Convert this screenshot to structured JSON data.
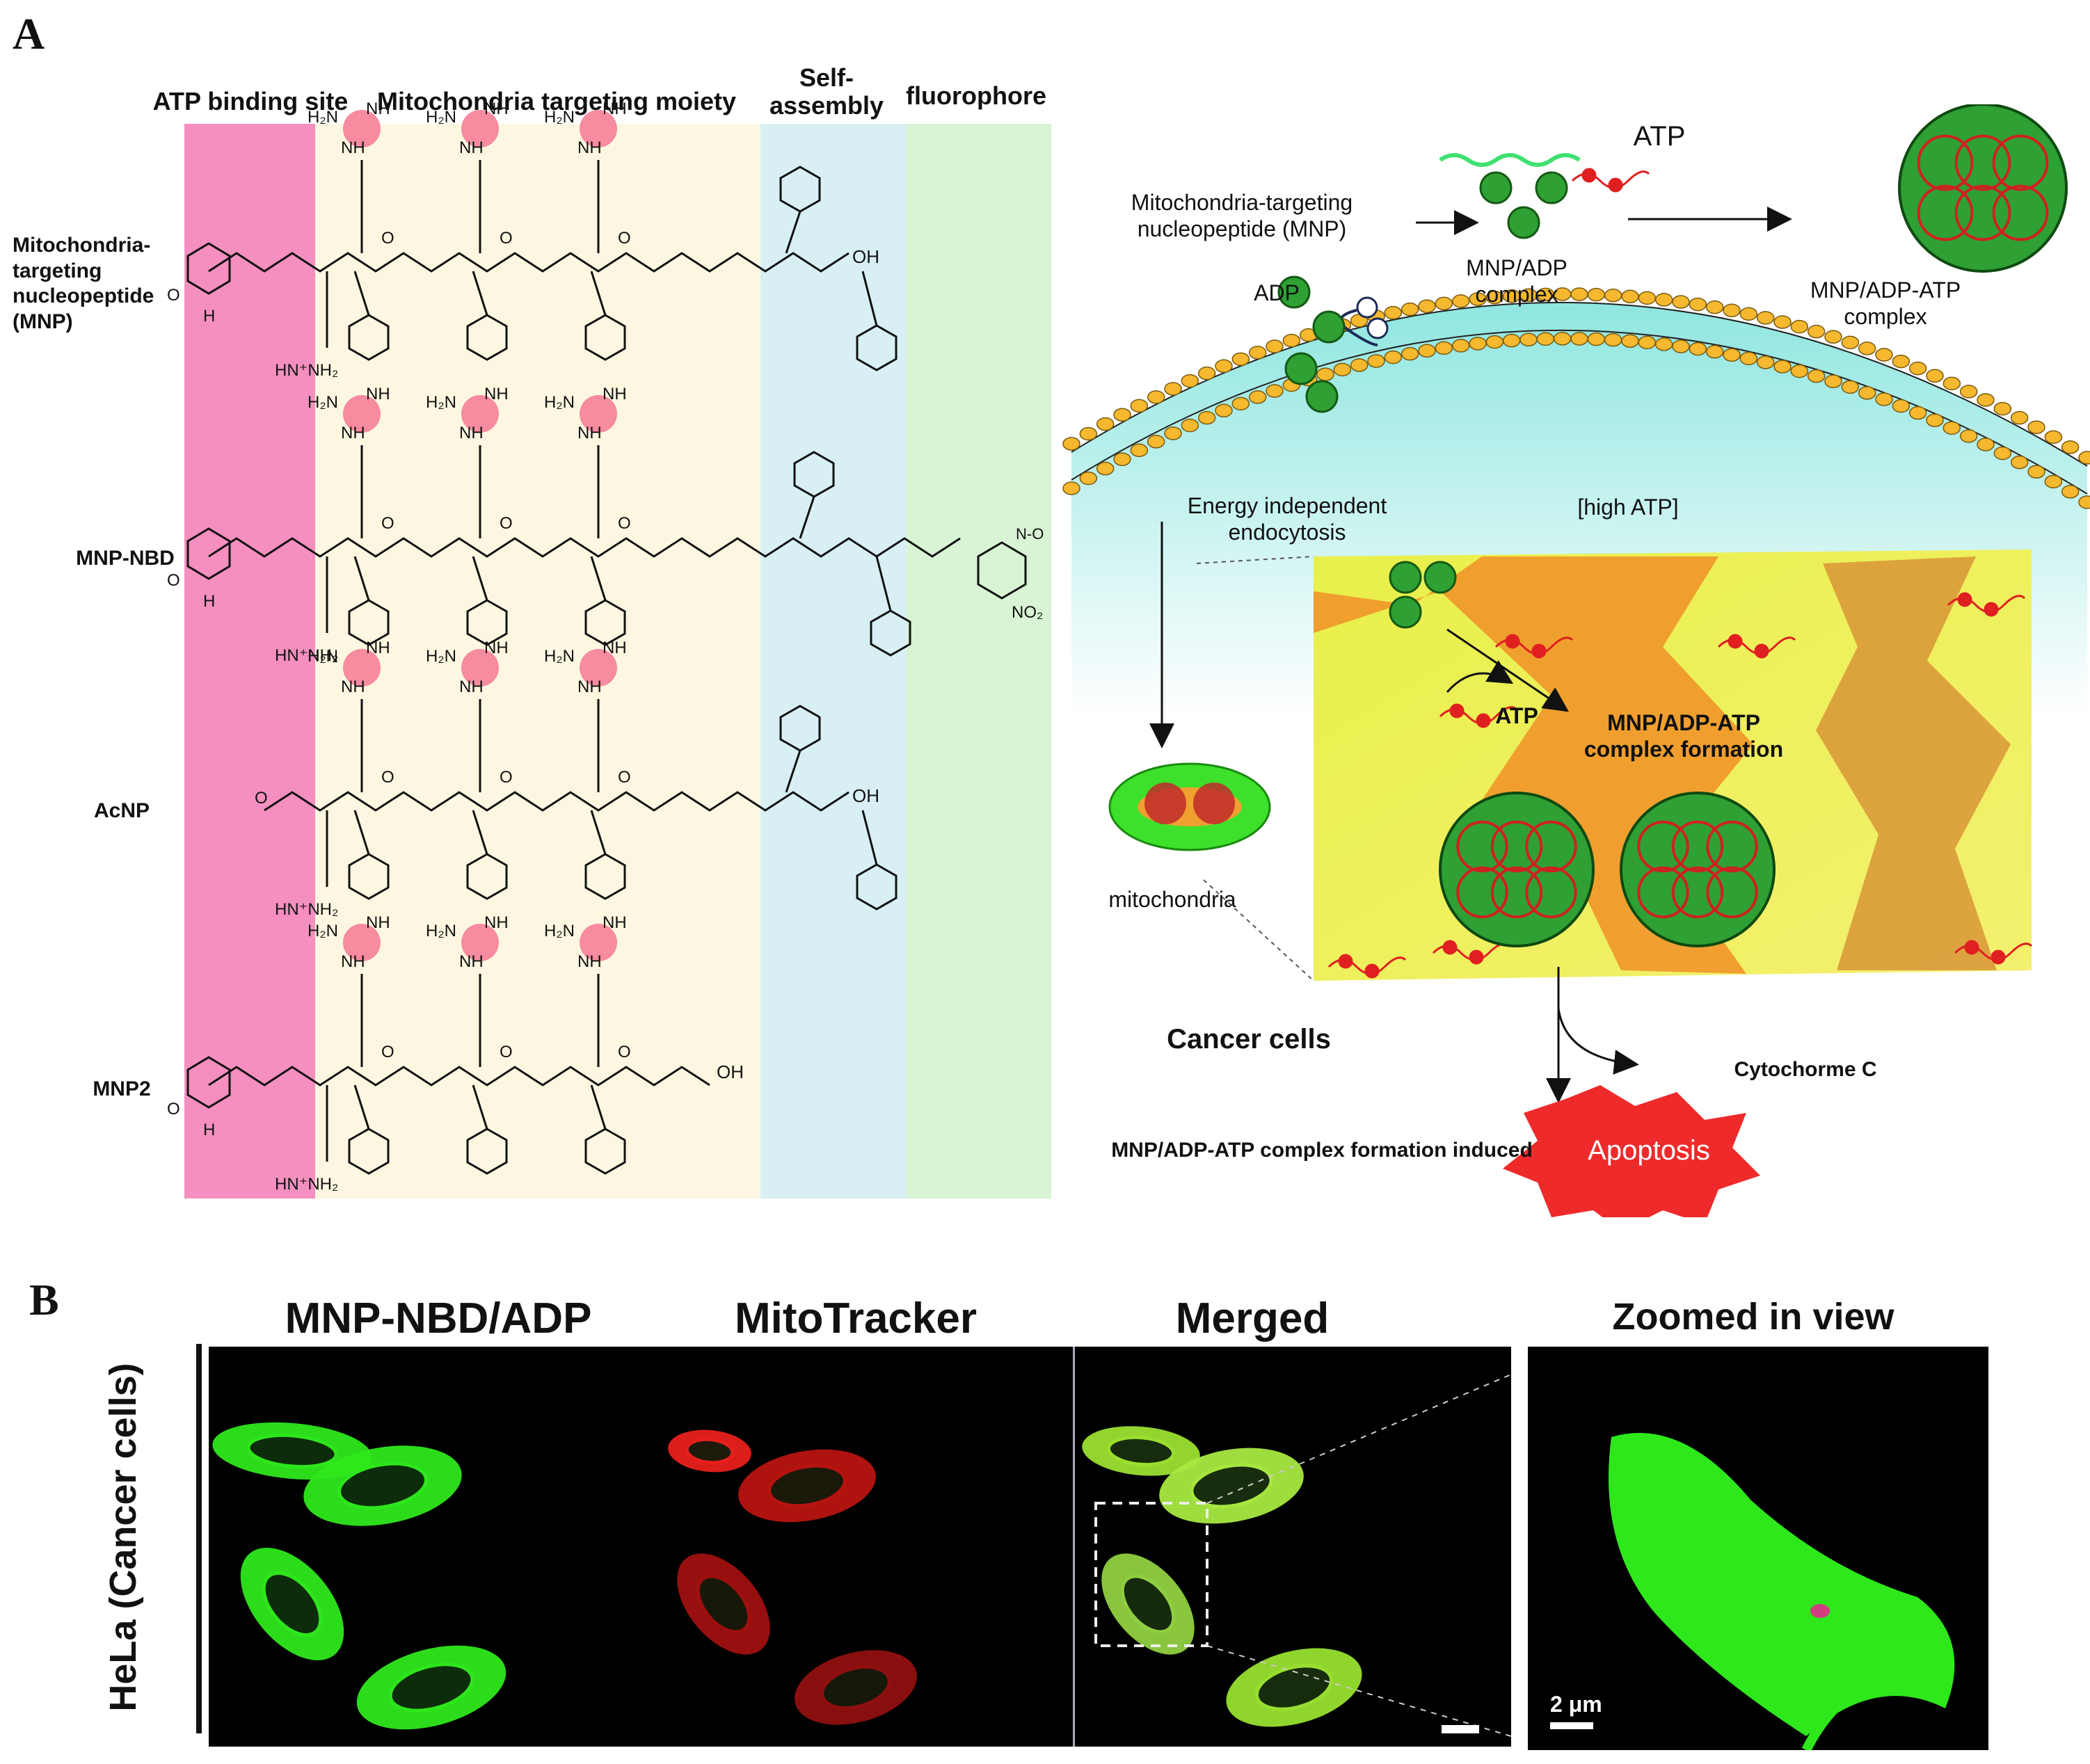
{
  "panels": {
    "a": "A",
    "b": "B"
  },
  "bands": {
    "atp": "ATP binding site",
    "mito": "Mitochondria targeting moiety",
    "self_assembly": "Self-assembly",
    "fluorophore": "fluorophore"
  },
  "rows": [
    {
      "label": "Mitochondria-targeting nucleopeptide (MNP)"
    },
    {
      "label": "MNP-NBD"
    },
    {
      "label": "AcNP"
    },
    {
      "label": "MNP2"
    }
  ],
  "chem": {
    "guanidine_nh2": "H₂N",
    "nh": "NH",
    "nh_short": "N",
    "h": "H",
    "o": "O",
    "oh": "OH",
    "guanidine_bottom": "HN⁺NH₂",
    "no2": "NO₂",
    "nbd_ring": "N-O"
  },
  "schematic": {
    "mnp_label": "Mitochondria-targeting nucleopeptide (MNP)",
    "adp": "ADP",
    "atp": "ATP",
    "mnp_adp_complex": "MNP/ADP complex",
    "mnp_adp_atp_complex": "MNP/ADP-ATP complex",
    "endocytosis": "Energy independent endocytosis",
    "high_atp": "[high ATP]",
    "mitochondria": "mitochondria",
    "inner_atp": "ATP",
    "complex_formation": "MNP/ADP-ATP complex formation",
    "cancer_cells": "Cancer cells",
    "cytochrome": "Cytochorme C",
    "induced": "MNP/ADP-ATP complex formation induced",
    "apoptosis": "Apoptosis"
  },
  "micro": {
    "titles": [
      "MNP-NBD/ADP",
      "MitoTracker",
      "Merged",
      "Zoomed in view"
    ],
    "side_label": "HeLa (Cancer cells)",
    "scale_bar": "2 μm"
  },
  "colors": {
    "atp_band": "#f58fbf",
    "mito_band": "#fdf7e1",
    "self_band": "#d8f0f4",
    "fluor_band": "#d8f4d4",
    "highlight": "#f78ba0",
    "green_fluor": "#2ee81c",
    "red_fluor": "#e8201c",
    "apoptosis": "#ef2a2a"
  }
}
